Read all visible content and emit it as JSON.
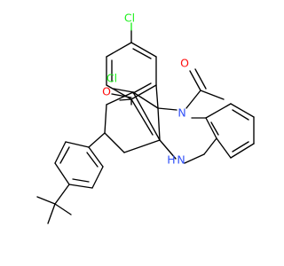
{
  "molecule": {
    "colors": {
      "carbon": "#000000",
      "oxygen": "#ff0d0d",
      "nitrogen": "#3050f8",
      "chlorine": "#1ff01f"
    },
    "atom_labels": {
      "cl_top": "Cl",
      "cl_ortho": "Cl",
      "o_acetyl": "O",
      "o_ketone": "O",
      "n_amide": "N",
      "n_amine": "N",
      "h_amine": "H"
    }
  }
}
